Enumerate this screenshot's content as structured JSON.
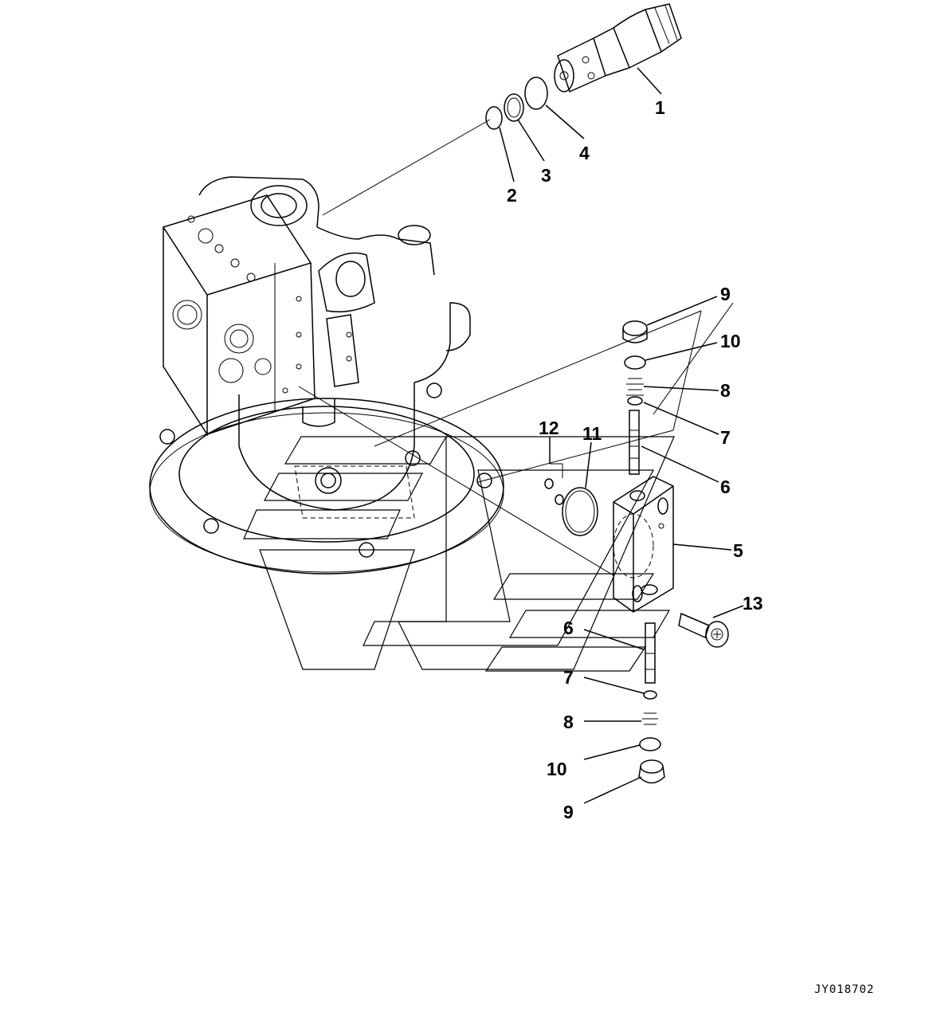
{
  "diagram": {
    "callouts": [
      "1",
      "2",
      "3",
      "4",
      "5",
      "6",
      "7",
      "8",
      "9",
      "10",
      "11",
      "12",
      "13"
    ],
    "lower_callouts": [
      "6",
      "7",
      "8",
      "10",
      "9"
    ],
    "drawing_code": "JY018702"
  }
}
